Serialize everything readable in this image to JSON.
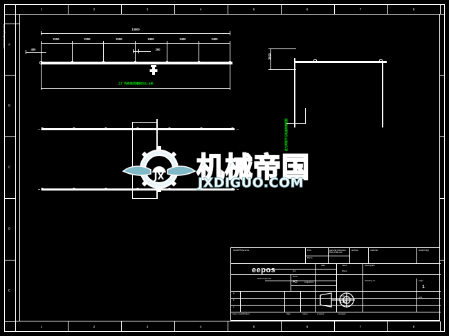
{
  "drawing": {
    "background_color": "#000000",
    "line_color": "#ffffff",
    "annotation_color": "#00e000",
    "sheet_size": "A3",
    "left_margin_note": "Urheberrechtlich geschützt"
  },
  "zones": {
    "top": [
      "1",
      "2",
      "3",
      "4",
      "5",
      "6",
      "7",
      "8"
    ],
    "left": [
      "A",
      "B",
      "C",
      "D",
      "E"
    ],
    "bottom": [
      "5",
      "6",
      "7",
      "8"
    ]
  },
  "elevation_view": {
    "overall_dimension": "13000",
    "segment_dimensions": [
      "2150",
      "2150",
      "2150",
      "2400",
      "2400",
      "2400"
    ],
    "end_offset": "400",
    "detail_dimension": "250",
    "note_green": "工厂内有效范围的为11.6米"
  },
  "side_view": {
    "height_dimension": "2510"
  },
  "plan_view": {
    "note_green_vertical": "此为两根平行轨道的俯视图"
  },
  "watermark": {
    "chinese": "机械帝国",
    "english": "JXDIGUO.COM",
    "logo_letters": "JX"
  },
  "title_block": {
    "tolerance_header": "Gultefl/Tolerance",
    "pos_label": "Pos.",
    "piece_label": "Piece",
    "general_tolerance_label": "general tolerance ISO 2768-mK",
    "surface_label": "surface",
    "material_label": "material",
    "weight_label": "weight [kg]",
    "company_name": "eepos",
    "company_url": "www.eepos.de",
    "date_label": "date",
    "name_label": "name",
    "drawn_label": "drn.",
    "drawn_name": "Wang",
    "checked_label": "chkd.",
    "sheet_size": "A3",
    "projection_label": "projection",
    "description_label": "description",
    "scale_label": "scale",
    "scale_value": "1:50",
    "drawing_no_label": "drawing no.",
    "page_label": "page",
    "page_value": "1",
    "page_of": "of  1",
    "rev_rows": [
      "a",
      "b",
      "c"
    ],
    "index_label": "index modification",
    "date_col": "date",
    "name_col": "name",
    "created_label": "created",
    "created_by": "created"
  }
}
